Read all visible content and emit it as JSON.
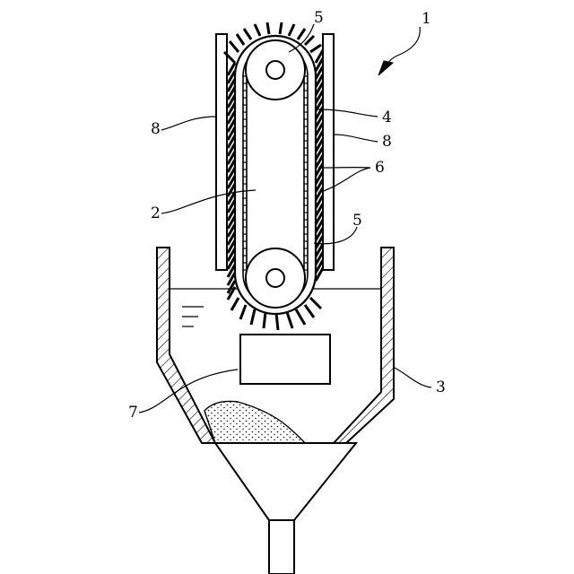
{
  "figure": {
    "labels": {
      "assembly": "1",
      "belt": "2",
      "tank": "3",
      "belt_surface": "4",
      "roller_top": "5",
      "roller_bottom": "5",
      "bristles": "6",
      "sediment_box": "7",
      "guide_left": "8",
      "guide_right": "8"
    }
  }
}
